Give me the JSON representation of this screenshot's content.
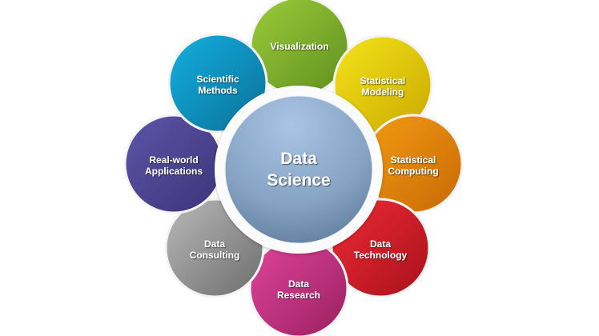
{
  "center": {
    "line1": "Data",
    "line2": "Science",
    "color": "#8aa9cc"
  },
  "petals": [
    {
      "line1": "Visualization",
      "line2": "",
      "color_light": "#9ccc3a",
      "color_dark": "#5f8f1e"
    },
    {
      "line1": "Statistical",
      "line2": "Modeling",
      "color_light": "#f5e41a",
      "color_dark": "#c9a800"
    },
    {
      "line1": "Statistical",
      "line2": "Computing",
      "color_light": "#f39a12",
      "color_dark": "#c76a06"
    },
    {
      "line1": "Data",
      "line2": "Technology",
      "color_light": "#ee2a35",
      "color_dark": "#a8121c"
    },
    {
      "line1": "Data",
      "line2": "Research",
      "color_light": "#e0459c",
      "color_dark": "#99205f"
    },
    {
      "line1": "Data",
      "line2": "Consulting",
      "color_light": "#b9b9b9",
      "color_dark": "#6d6d6d"
    },
    {
      "line1": "Real-world",
      "line2": "Applications",
      "color_light": "#5d55a8",
      "color_dark": "#3b3478"
    },
    {
      "line1": "Scientific",
      "line2": "Methods",
      "color_light": "#13b0e2",
      "color_dark": "#0a6f96"
    }
  ]
}
